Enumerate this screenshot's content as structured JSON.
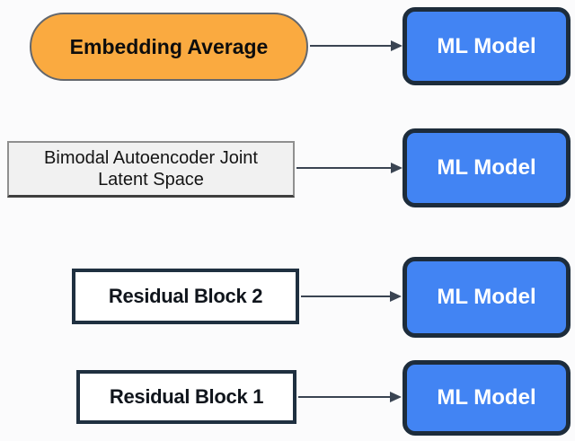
{
  "diagram": {
    "description": "Four fusion approaches feeding ML models",
    "colors": {
      "background": "#fbfbfc",
      "orange_fill": "#FAAA40",
      "orange_border": "#63676d",
      "blue_fill": "#4284F3",
      "navy_border": "#1d2c3b",
      "gray_fill": "#f1f1f1",
      "gray_border": "#8f8f8f",
      "white_fill": "#ffffff",
      "arrow": "#3a4452",
      "text_dark": "#10151c",
      "text_white": "#ffffff"
    },
    "rows": [
      {
        "source_label": "Embedding Average",
        "source_shape": "orange-capsule",
        "target_label": "ML Model"
      },
      {
        "source_label": "Bimodal Autoencoder Joint Latent Space",
        "source_shape": "gray-rectangle",
        "target_label": "ML Model"
      },
      {
        "source_label": "Residual Block 2",
        "source_shape": "white-rectangle",
        "target_label": "ML Model"
      },
      {
        "source_label": "Residual Block 1",
        "source_shape": "white-rectangle",
        "target_label": "ML Model"
      }
    ]
  }
}
